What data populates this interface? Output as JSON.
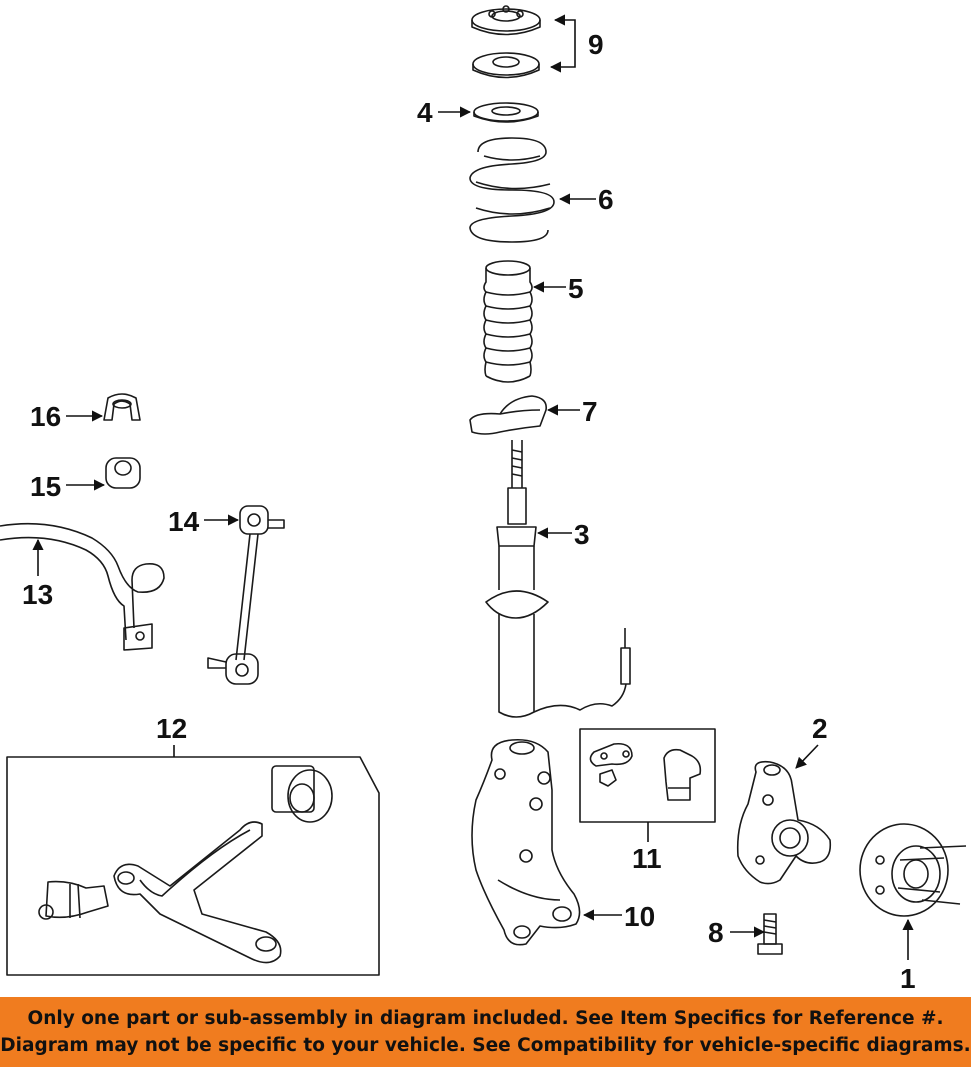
{
  "callouts": {
    "c1": "1",
    "c2": "2",
    "c3": "3",
    "c4": "4",
    "c5": "5",
    "c6": "6",
    "c7": "7",
    "c8": "8",
    "c9": "9",
    "c10": "10",
    "c11": "11",
    "c12": "12",
    "c13": "13",
    "c14": "14",
    "c15": "15",
    "c16": "16"
  },
  "banner": {
    "line1": "Only one part or sub-assembly in diagram included. See Item Specifics for Reference #.",
    "line2": "Diagram may not be specific to your vehicle. See Compatibility for vehicle-specific diagrams."
  },
  "colors": {
    "banner_bg": "#f07c1f",
    "line": "#1a1a1a"
  }
}
